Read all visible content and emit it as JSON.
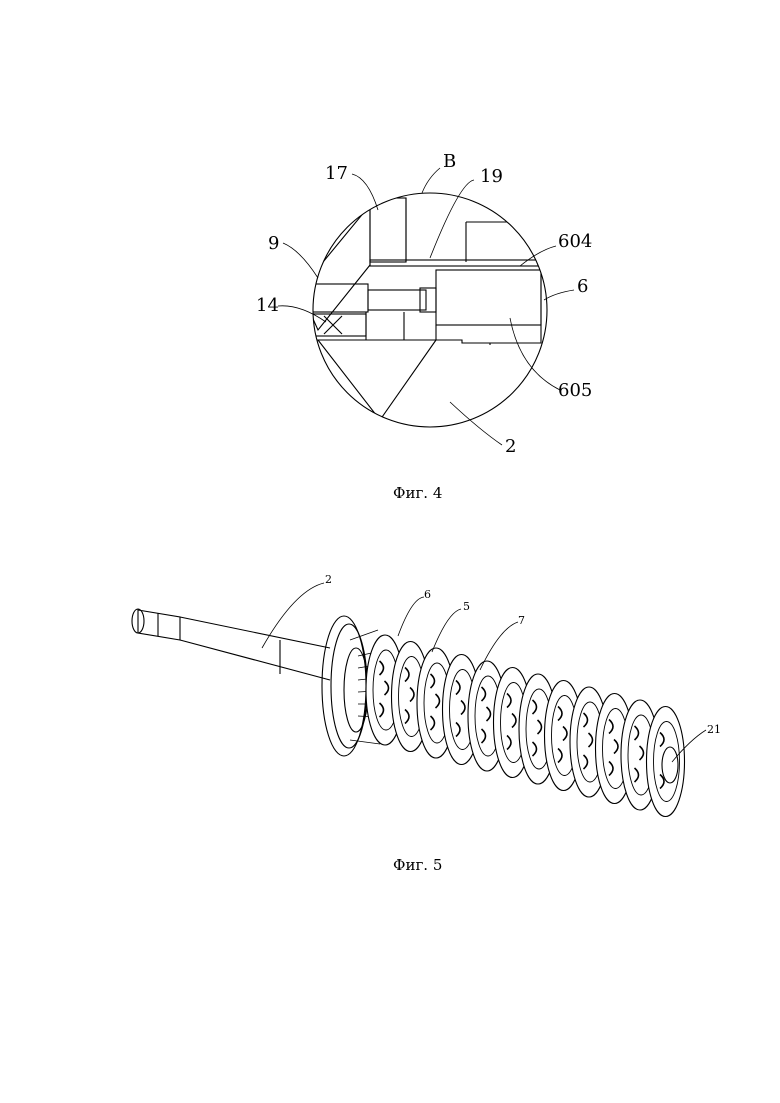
{
  "figure4": {
    "caption": "Фиг. 4",
    "detail_label": "B",
    "labels": {
      "l17": "17",
      "l19": "19",
      "l604": "604",
      "l9": "9",
      "l6": "6",
      "l14": "14",
      "l605": "605",
      "l2": "2"
    }
  },
  "figure5": {
    "caption": "Фиг. 5",
    "labels": {
      "l2": "2",
      "l6": "6",
      "l5": "5",
      "l7": "7",
      "l21": "21"
    }
  }
}
